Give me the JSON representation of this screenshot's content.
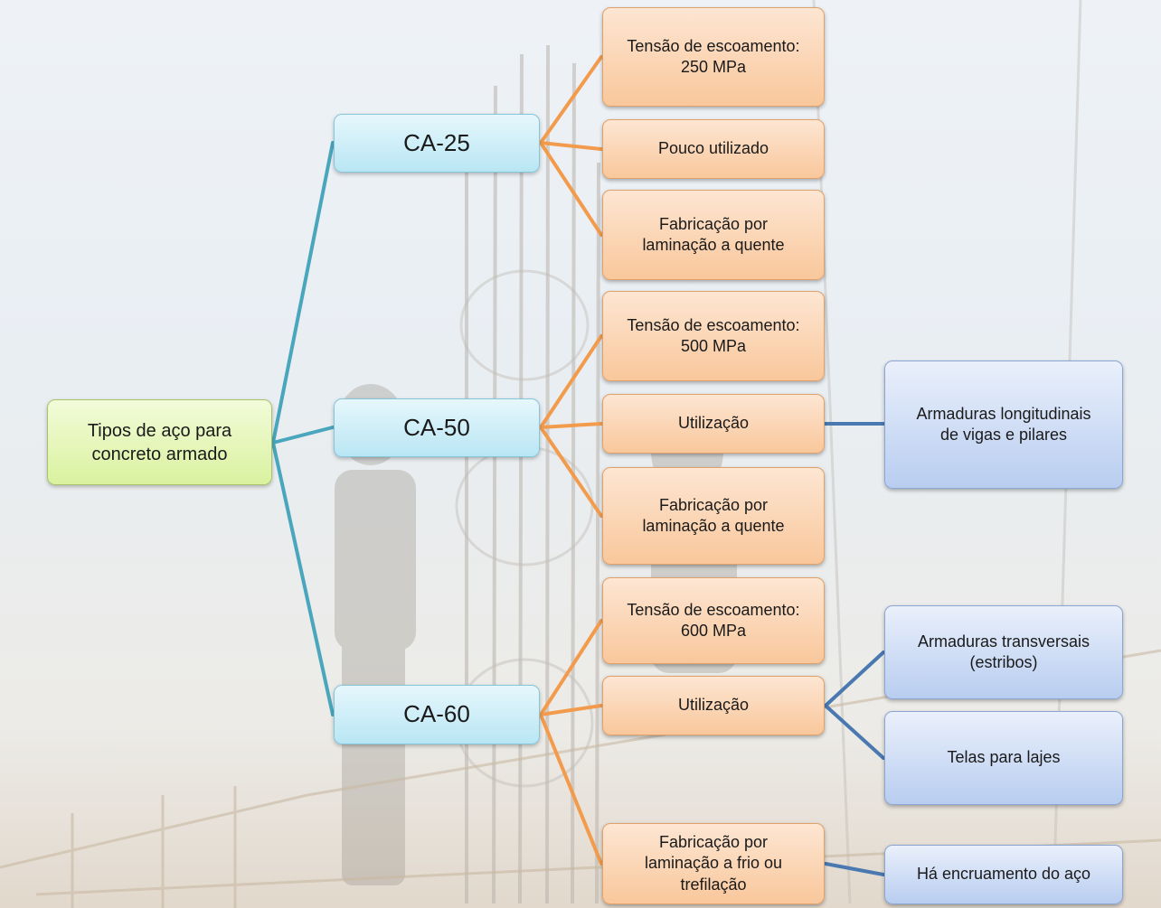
{
  "diagram": {
    "root": {
      "label": "Tipos de aço para\nconcreto armado"
    },
    "categories": [
      {
        "label": "CA-25",
        "properties": [
          {
            "label": "Tensão de escoamento:\n250 MPa"
          },
          {
            "label": "Pouco utilizado"
          },
          {
            "label": "Fabricação por\nlaminação a quente"
          }
        ]
      },
      {
        "label": "CA-50",
        "properties": [
          {
            "label": "Tensão de escoamento:\n500 MPa"
          },
          {
            "label": "Utilização",
            "details": [
              "Armaduras longitudinais\nde vigas e pilares"
            ]
          },
          {
            "label": "Fabricação por\nlaminação a quente"
          }
        ]
      },
      {
        "label": "CA-60",
        "properties": [
          {
            "label": "Tensão de escoamento:\n600 MPa"
          },
          {
            "label": "Utilização",
            "details": [
              "Armaduras  transversais\n(estribos)",
              "Telas para lajes"
            ]
          },
          {
            "label": "Fabricação por\nlaminação a frio ou\ntrefilação",
            "details": [
              "Há encruamento do aço"
            ]
          }
        ]
      }
    ]
  },
  "colors": {
    "root_connector": "#4aa6bd",
    "category_connector": "#f39b4d",
    "detail_connector": "#4a78b0"
  }
}
